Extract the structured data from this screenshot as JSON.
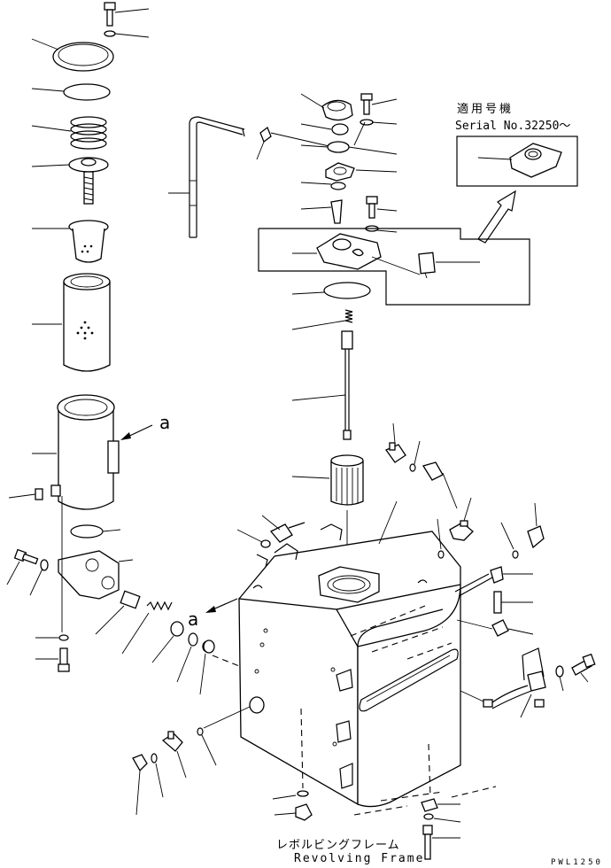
{
  "inset": {
    "label_jp": "適用号機",
    "label_serial": "Serial No.32250～"
  },
  "callout_a_top": "a",
  "callout_a_mid": "a",
  "frame": {
    "label_jp": "レボルビングフレーム",
    "label_en": "Revolving Frame"
  },
  "drawing_code": "PWL1250"
}
